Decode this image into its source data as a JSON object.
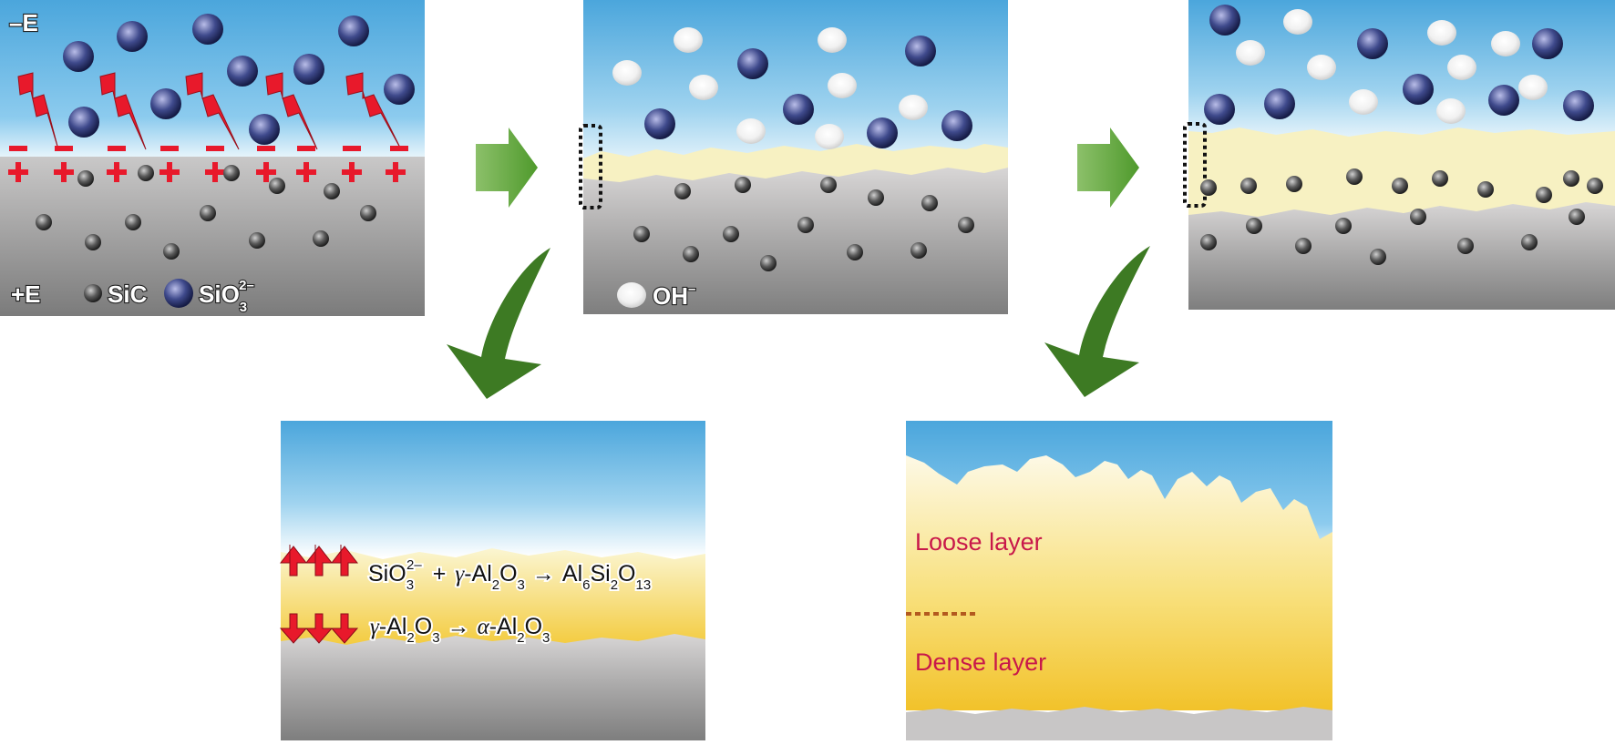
{
  "panel1": {
    "neg_electrode_label": "–E",
    "pos_electrode_label": "+E",
    "legend": {
      "sic_label": "SiC",
      "silicate_label": "SiO",
      "silicate_sub": "3",
      "silicate_sup": "2–"
    },
    "minus_sign": "–",
    "plus_sign": "+"
  },
  "panel2": {
    "legend": {
      "hydroxide_label": "OH",
      "hydroxide_sup": "–"
    }
  },
  "panel4": {
    "reaction1": {
      "lhs1": "SiO",
      "lhs1_sub": "3",
      "lhs1_sup": "2–",
      "plus": "+",
      "gamma": "γ",
      "al": "-Al",
      "al_sub": "2",
      "o": "O",
      "o_sub": "3",
      "arrow": "→",
      "p_al": "Al",
      "p_al_sub": "6",
      "p_si": "Si",
      "p_si_sub": "2",
      "p_o": "O",
      "p_o_sub": "13"
    },
    "reaction2": {
      "gamma": "γ",
      "al": "-Al",
      "al_sub": "2",
      "o": "O",
      "o_sub": "3",
      "arrow": "→",
      "alpha": "α",
      "p_al": "-Al",
      "p_al_sub": "2",
      "p_o": "O",
      "p_o_sub": "3"
    }
  },
  "panel5": {
    "loose_layer_label": "Loose layer",
    "dense_layer_label": "Dense layer"
  },
  "colors": {
    "sky_top": "#4fa8dc",
    "substrate": "#8e8e8e",
    "coating_yellow": "#f2c22a",
    "discharge_red": "#e8192b",
    "arrow_green": "#3d7a23",
    "layer_label": "#c8184a"
  }
}
